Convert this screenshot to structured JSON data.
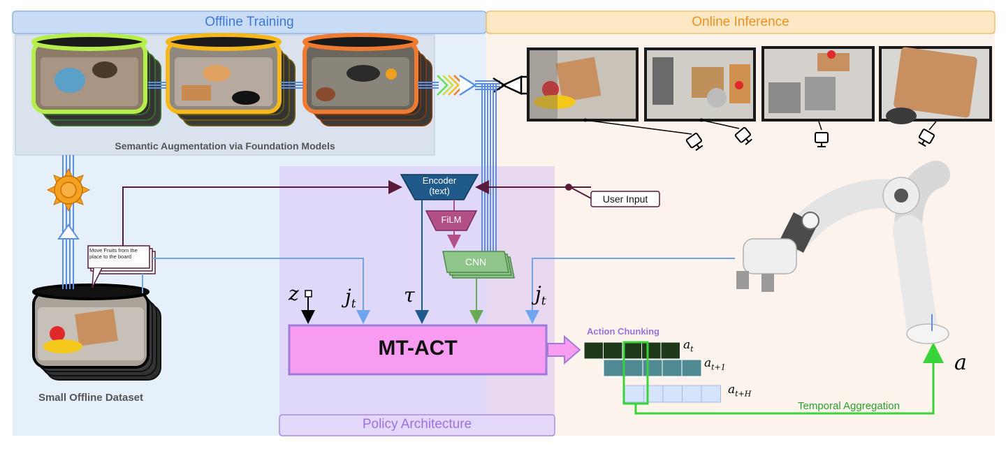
{
  "sections": {
    "offline_training": "Offline Training",
    "online_inference": "Online Inference",
    "policy_architecture": "Policy Architecture"
  },
  "labels": {
    "semantic_augmentation": "Semantic Augmentation via Foundation Models",
    "small_offline_dataset": "Small Offline Dataset",
    "speech_bubble": "Move Fruits from the place to the board",
    "user_input": "User Input",
    "encoder_line1": "Encoder",
    "encoder_line2": "(text)",
    "film": "FiLM",
    "cnn": "CNN",
    "mt_act": "MT-ACT",
    "action_chunking": "Action Chunking",
    "temporal_aggregation": "Temporal Aggregation"
  },
  "math": {
    "z": "z",
    "j_t_left": "j",
    "j_t_left_sub": "t",
    "tau": "τ",
    "j_t_right": "j",
    "j_t_right_sub": "t",
    "a_t": "a",
    "a_t_sub": "t",
    "a_t1": "a",
    "a_t1_sub": "t+1",
    "a_tH": "a",
    "a_tH_sub": "t+H",
    "a_out": "a"
  },
  "colors": {
    "offline_bg": "#e6f0fb",
    "online_bg": "#fcf4ec",
    "policy_bg": "#ddd3f7",
    "offline_header": "#c9dcf5",
    "online_header": "#fde8c6",
    "mt_act": "#f79cf0",
    "encoder": "#1f5a8a",
    "film": "#b24f86",
    "cnn": "#8fc48a",
    "temporal_green": "#39d43a",
    "user_line": "#5a1a3a",
    "blue_line": "#6fa4ef"
  }
}
